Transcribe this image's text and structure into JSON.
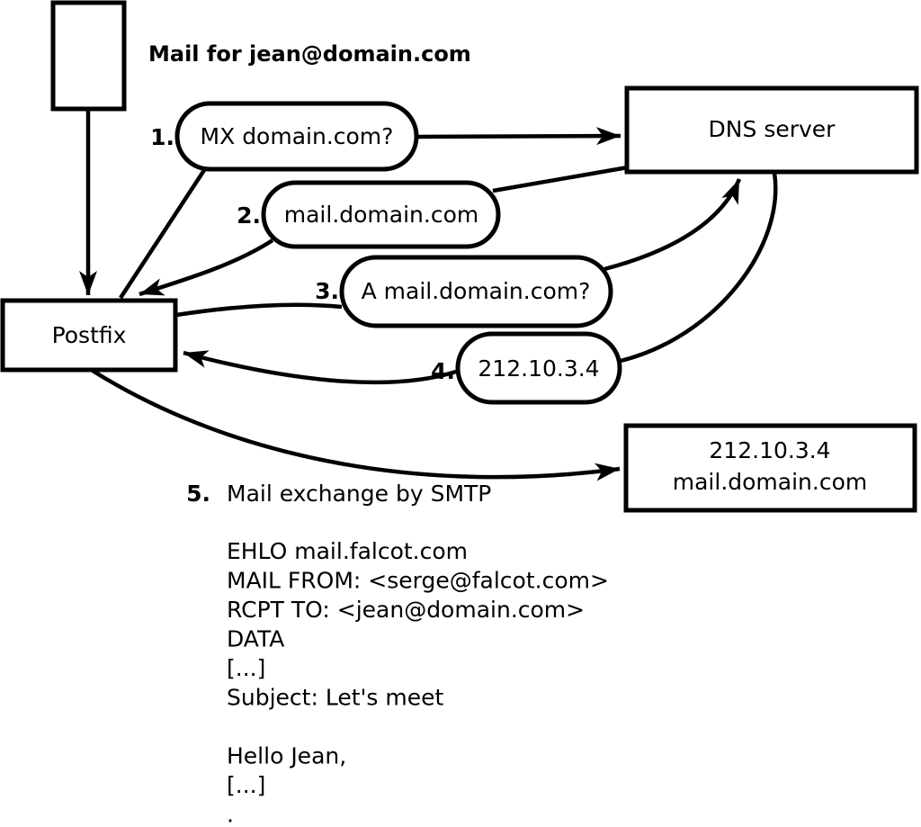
{
  "diagram": {
    "title": "Mail for jean@domain.com",
    "nodes": {
      "postfix": {
        "label": "Postfix"
      },
      "dns_server": {
        "label": "DNS server"
      },
      "mail_server": {
        "line1": "212.10.3.4",
        "line2": "mail.domain.com"
      }
    },
    "steps": [
      {
        "number": "1.",
        "label": "MX domain.com?"
      },
      {
        "number": "2.",
        "label": "mail.domain.com"
      },
      {
        "number": "3.",
        "label": "A mail.domain.com?"
      },
      {
        "number": "4.",
        "label": "212.10.3.4"
      },
      {
        "number": "5.",
        "label": "Mail exchange by SMTP"
      }
    ],
    "smtp_session": [
      "EHLO mail.falcot.com",
      "MAIL FROM: <serge@falcot.com>",
      "RCPT TO: <jean@domain.com>",
      "DATA",
      "[...]",
      "Subject: Let's meet",
      "",
      "Hello Jean,",
      "[...]",
      "."
    ]
  },
  "colors": {
    "ink": "#000000",
    "paper": "#ffffff"
  }
}
